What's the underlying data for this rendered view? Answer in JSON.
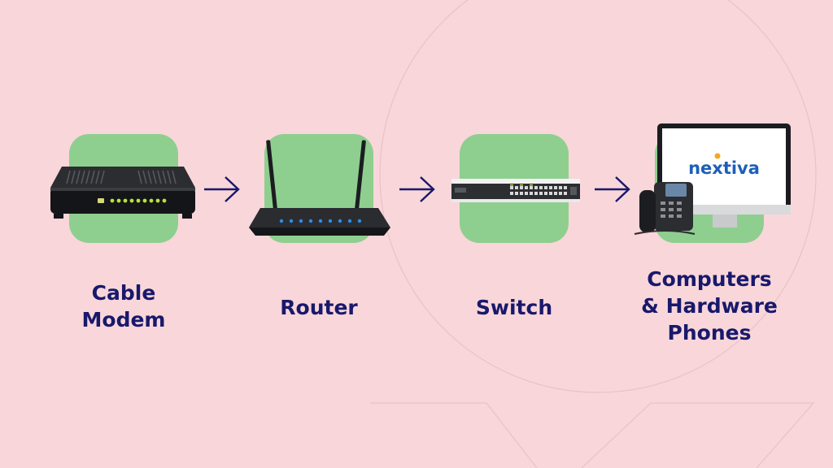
{
  "steps": [
    {
      "label_lines": [
        "Cable",
        "Modem"
      ],
      "icon": "cable-modem-icon"
    },
    {
      "label_lines": [
        "Router"
      ],
      "icon": "router-icon"
    },
    {
      "label_lines": [
        "Switch"
      ],
      "icon": "network-switch-icon"
    },
    {
      "label_lines": [
        "Computers",
        "& Hardware",
        "Phones"
      ],
      "icon": "computer-and-phone-icon"
    }
  ],
  "monitor_logo": "nextiva",
  "connector": "arrow-right-icon",
  "colors": {
    "background": "#f9d6da",
    "tile": "#8ecf8f",
    "text": "#18196b",
    "arrow": "#18196b",
    "logo_text": "#1d5fb8",
    "logo_dot": "#f5a623"
  }
}
